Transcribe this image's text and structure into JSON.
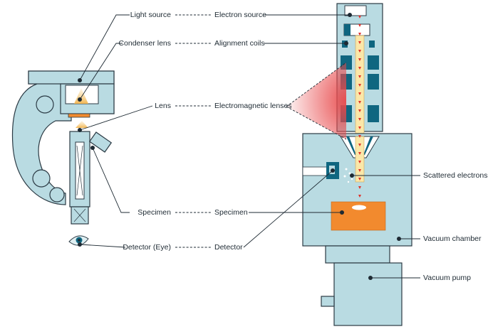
{
  "labels": {
    "light_source": "Light source",
    "electron_source": "Electron source",
    "condenser_lens": "Condenser lens",
    "alignment_coils": "Alignment coils",
    "lens": "Lens",
    "electromagnetic_lenses": "Electromagnetic lenses",
    "scattered_electrons": "Scattered electrons",
    "specimen_light": "Specimen",
    "specimen_electron": "Specimen",
    "vacuum_chamber": "Vacuum chamber",
    "detector_eye": "Detector (Eye)",
    "detector": "Detector",
    "vacuum_pump": "Vacuum pump"
  },
  "colors": {
    "body_fill": "#b9dbe2",
    "coil": "#0f6680",
    "specimen": "#f28a2e",
    "beam": "#e0312a",
    "light": "#f6d38b",
    "lens_glow": "#e8484a"
  },
  "icons": {
    "eye": "eye-icon"
  }
}
